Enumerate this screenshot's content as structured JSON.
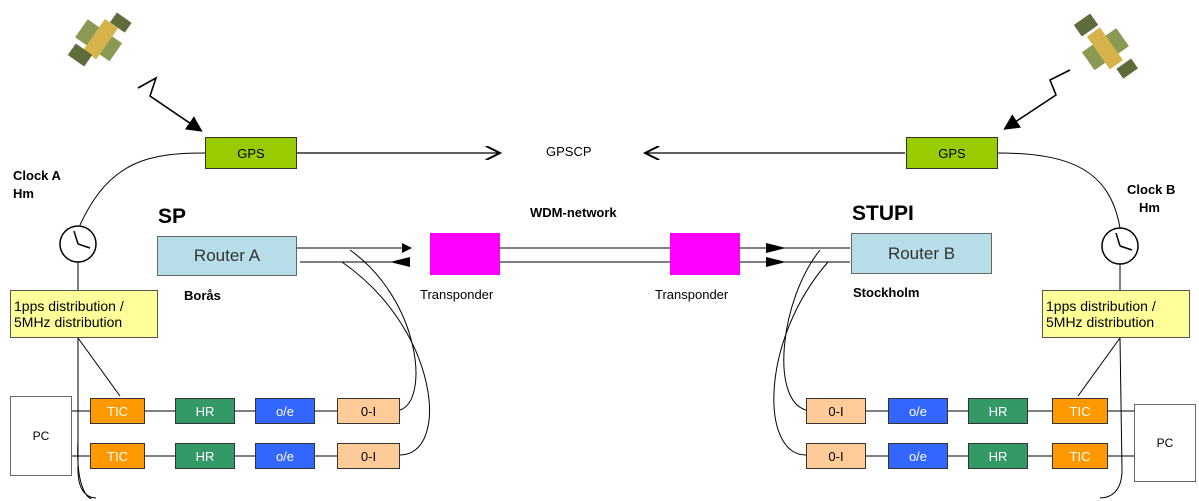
{
  "labels": {
    "gps_left": "GPS",
    "gps_right": "GPS",
    "gpscp": "GPSCP",
    "clock_a": "Clock A",
    "clock_a_sub": "Hm",
    "clock_b": "Clock B",
    "clock_b_sub": "Hm",
    "sp": "SP",
    "stupi": "STUPI",
    "wdm": "WDM-network",
    "router_a": "Router A",
    "router_b": "Router B",
    "boras": "Borås",
    "stockholm": "Stockholm",
    "transponder_left": "Transponder",
    "transponder_right": "Transponder",
    "dist_left_1": "1pps distribution /",
    "dist_left_2": "5MHz distribution",
    "dist_right_1": "1pps distribution /",
    "dist_right_2": "5MHz distribution",
    "pc_left": "PC",
    "pc_right": "PC",
    "tic": "TIC",
    "hr": "HR",
    "oe": "o/e",
    "oi": "0-I"
  },
  "colors": {
    "gps": "#99cc00",
    "router": "#b7dde8",
    "transponder": "#ff00ff",
    "dist": "#ffff99",
    "tic": "#ff9900",
    "hr": "#339966",
    "oe": "#3366ff",
    "oi": "#ffcc99"
  }
}
